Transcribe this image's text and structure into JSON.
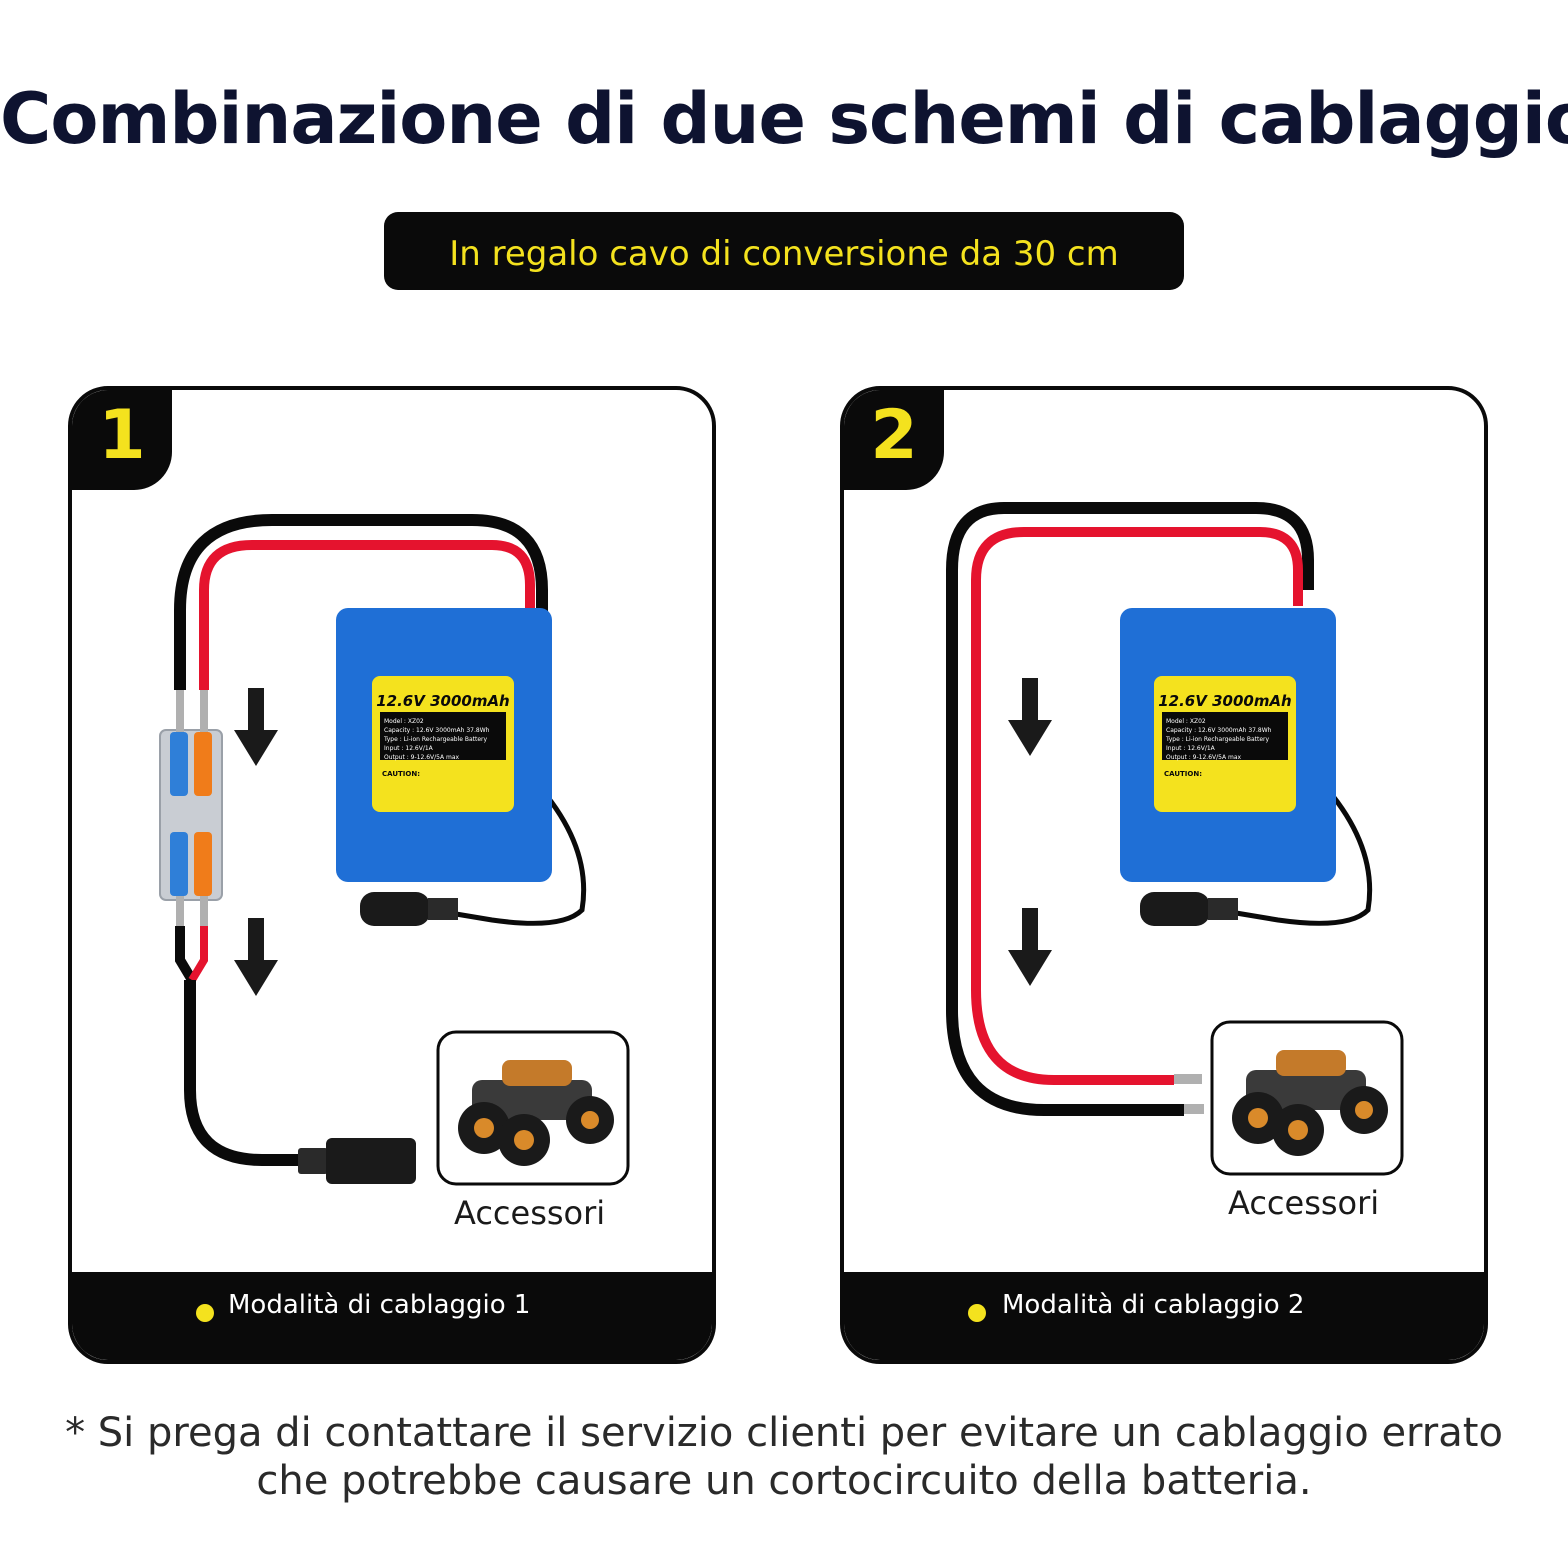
{
  "title": "Combinazione di due schemi di cablaggio",
  "banner": "In regalo cavo di conversione da 30 cm",
  "panels": [
    {
      "number": "1",
      "battery": {
        "heading": "12.6V 3000mAh",
        "model": "Model  :  XZ02",
        "capacity": "Capacity : 12.6V 3000mAh 37.8Wh",
        "type": "Type  :  Li-ion Rechargeable Battery",
        "input": "Input  :  12.6V/1A",
        "output": "Output : 9-12.6V/5A max",
        "caution": "CAUTION:"
      },
      "accessory_label": "Accessori",
      "mode_label": "Modalità di cablaggio 1"
    },
    {
      "number": "2",
      "battery": {
        "heading": "12.6V 3000mAh",
        "model": "Model  :  XZ02",
        "capacity": "Capacity : 12.6V 3000mAh 37.8Wh",
        "type": "Type  :  Li-ion Rechargeable Battery",
        "input": "Input  :  12.6V/1A",
        "output": "Output : 9-12.6V/5A max",
        "caution": "CAUTION:"
      },
      "accessory_label": "Accessori",
      "mode_label": "Modalità di cablaggio 2"
    }
  ],
  "note_line1": "* Si prega di contattare il servizio clienti per evitare un cablaggio errato",
  "note_line2": "che potrebbe causare un cortocircuito della batteria.",
  "colors": {
    "yellow": "#f4e21e",
    "dark": "#0e1330",
    "red_wire": "#e5132e",
    "battery_blue": "#1f6fd6"
  }
}
